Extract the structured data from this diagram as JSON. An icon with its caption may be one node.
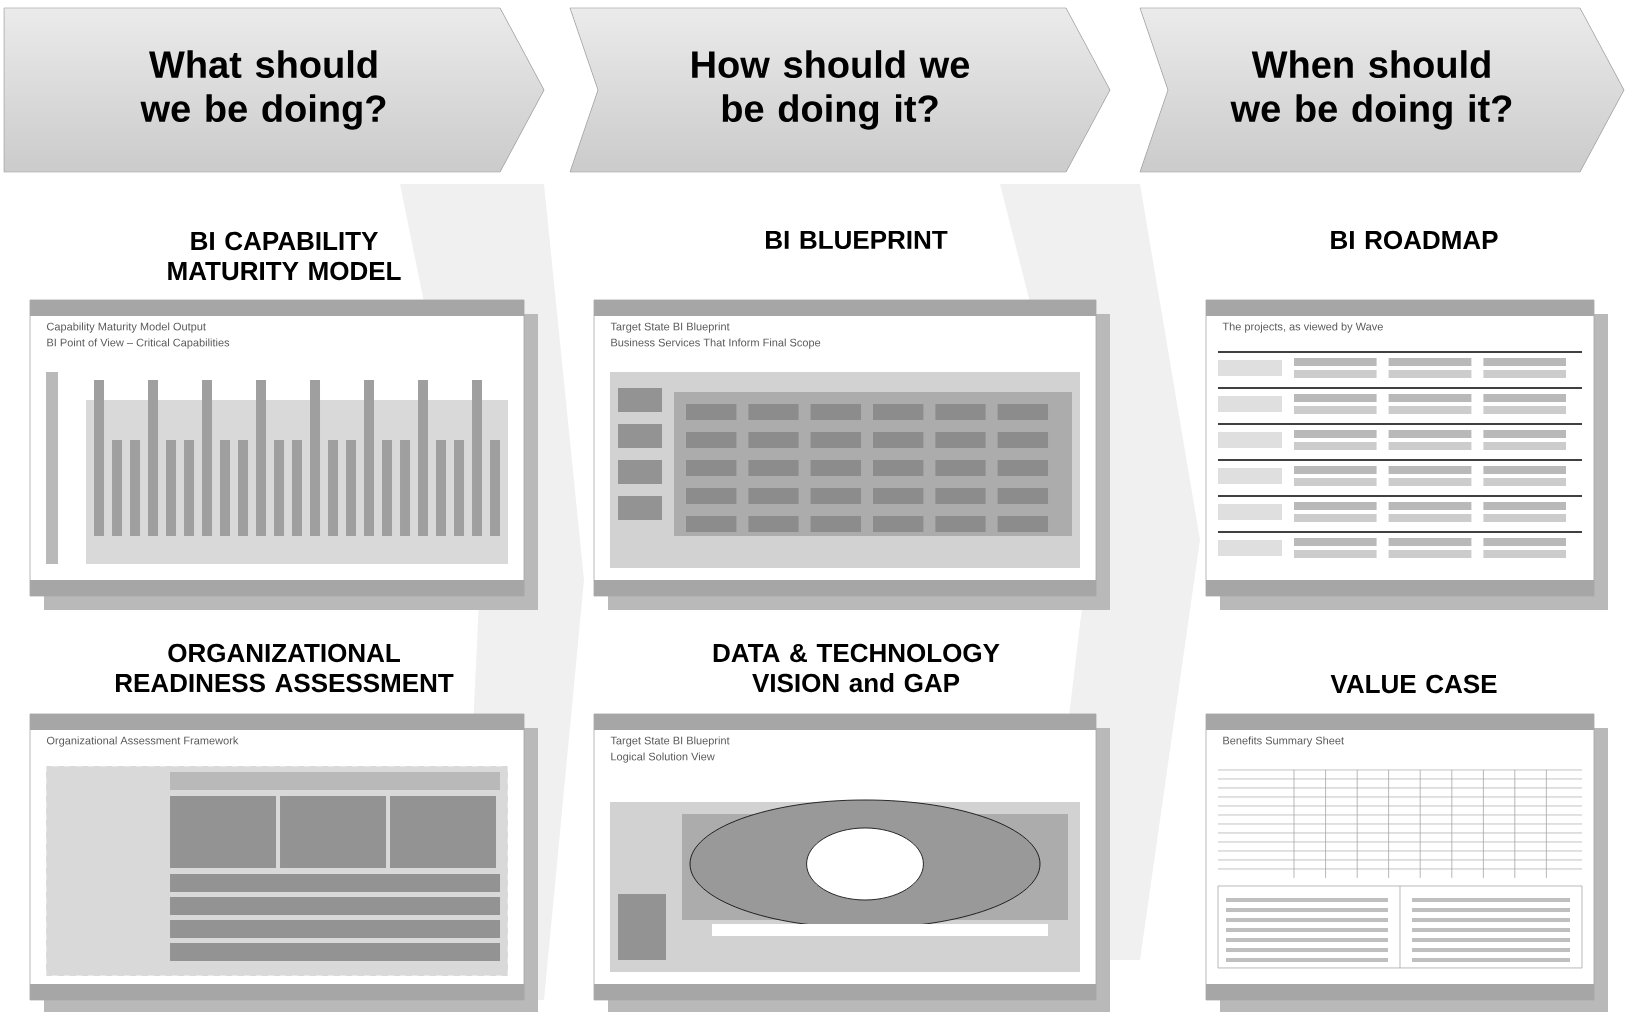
{
  "diagram": {
    "nodes": [
      {
        "text": [
          "What should we be doing?"
        ]
      },
      {
        "text": [
          "How should we be doing it?"
        ]
      },
      {
        "text": [
          "When should we be doing it?"
        ]
      },
      {
        "text": [
          "BI CAPABILITY MATURITY MODEL"
        ]
      },
      {
        "text": [
          "BI BLUEPRINT"
        ]
      },
      {
        "text": [
          "BI ROADMAP"
        ]
      },
      {
        "text": [
          "ORGANIZATIONAL READINESS ASSESSMENT"
        ]
      },
      {
        "text": [
          "DATA & TECHNOLOGY VISION and GAP"
        ]
      },
      {
        "text": [
          "VALUE CASE"
        ]
      }
    ],
    "labels": [
      "Capability Maturity Model Output",
      "BI Point of View – Critical Capabilities",
      "Target State BI Blueprint",
      "Business Services That Inform Final Scope",
      "The projects, as viewed by Wave",
      "Organizational Assessment Framework",
      "Target State BI Blueprint",
      "Logical Solution View",
      "Benefits Summary Sheet"
    ]
  }
}
